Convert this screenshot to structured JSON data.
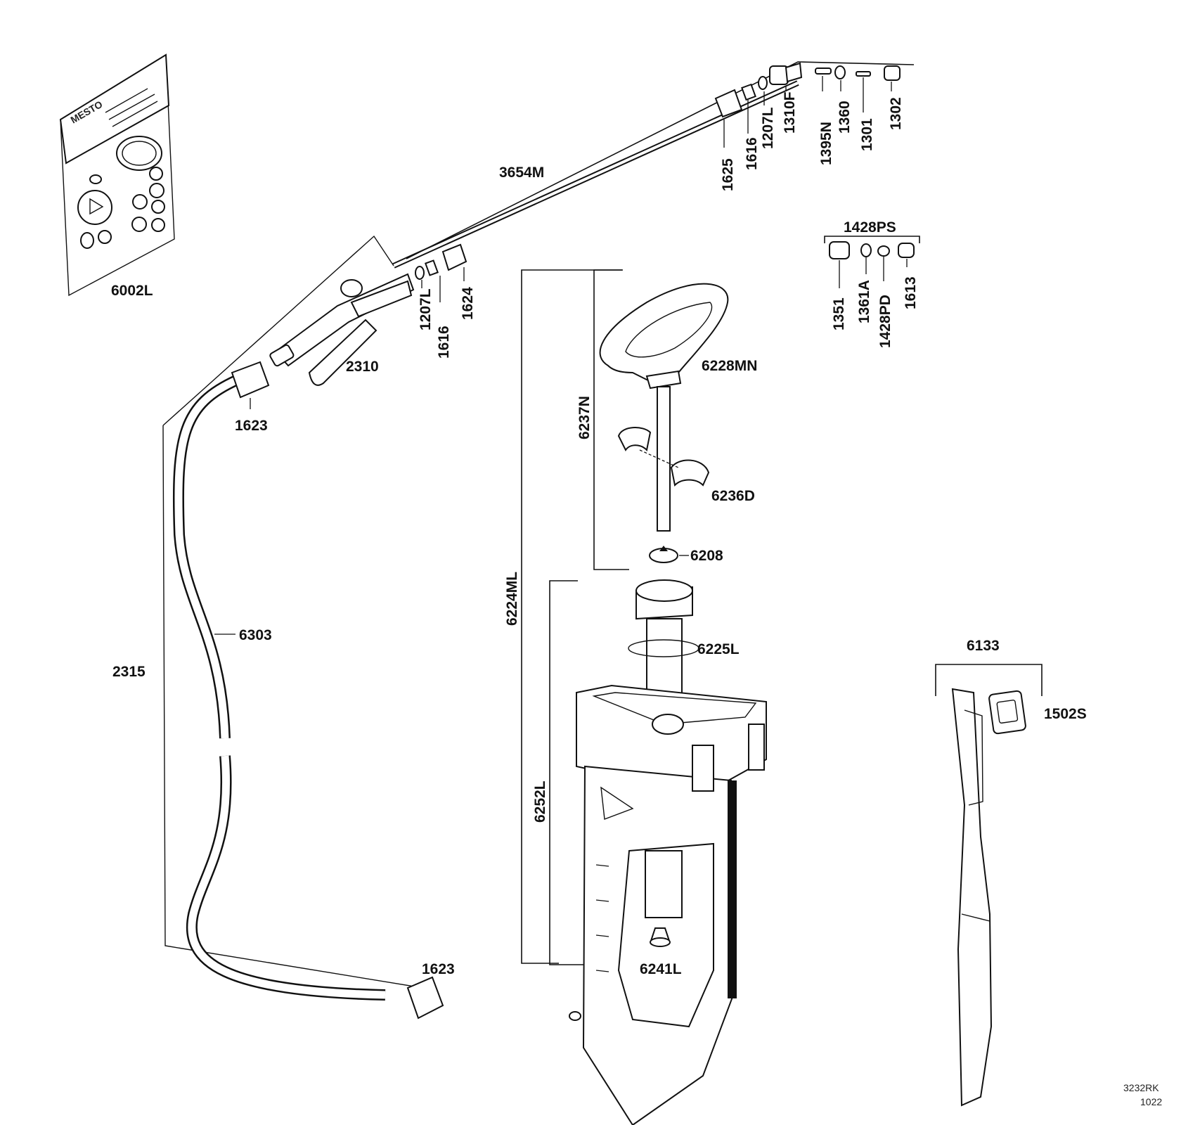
{
  "labels": {
    "p6002L": "6002L",
    "p3654M": "3654M",
    "p2310": "2310",
    "p1623_top": "1623",
    "p1623_bottom": "1623",
    "p1207L_a": "1207L",
    "p1616_a": "1616",
    "p1624": "1624",
    "p1625": "1625",
    "p1616_b": "1616",
    "p1207L_b": "1207L",
    "p1310F": "1310F",
    "p1395N": "1395N",
    "p1360": "1360",
    "p1301": "1301",
    "p1302": "1302",
    "p1428PS": "1428PS",
    "p1351": "1351",
    "p1361A": "1361A",
    "p1428PD": "1428PD",
    "p1613": "1613",
    "p6228MN": "6228MN",
    "p6237N": "6237N",
    "p6236D": "6236D",
    "p6208": "6208",
    "p6224ML": "6224ML",
    "p6225L": "6225L",
    "p6252L": "6252L",
    "p6241L": "6241L",
    "p6303": "6303",
    "p2315": "2315",
    "p6133": "6133",
    "p1502S": "1502S"
  },
  "package_brand": "MESTO",
  "drawing_code": "3232RK",
  "drawing_date": "1022"
}
